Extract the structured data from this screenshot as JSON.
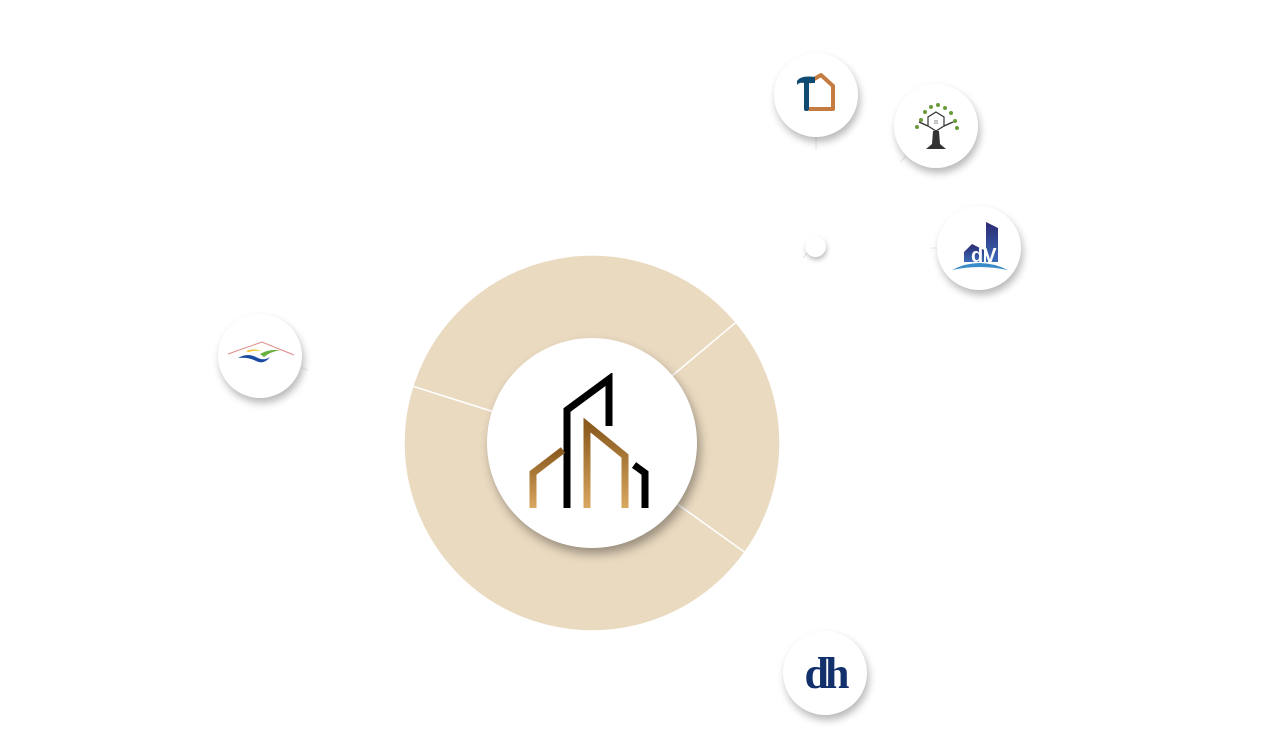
{
  "donut": {
    "segments": [
      {
        "name": "segment-right",
        "share": 0.21
      },
      {
        "name": "segment-bottom",
        "share": 0.45
      },
      {
        "name": "segment-top",
        "share": 0.34
      }
    ],
    "fill_color": "#eadac0",
    "divider_color": "#ffffff"
  },
  "center_logo": {
    "name": "building-logo",
    "colors": {
      "dark": "#000000",
      "gold": "#a8742f"
    }
  },
  "logos": [
    {
      "name": "hammer-house-logo"
    },
    {
      "name": "tree-logo",
      "text": "II"
    },
    {
      "name": "dv-homes-logo",
      "text": "dV"
    },
    {
      "name": "roof-waves-logo"
    },
    {
      "name": "dh-logo",
      "text": "dh"
    }
  ]
}
